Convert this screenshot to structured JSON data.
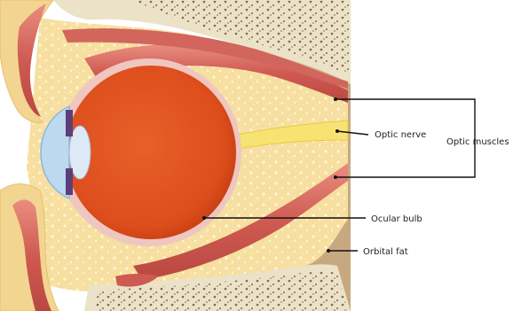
{
  "figure": {
    "labels": {
      "optic_nerve": "Optic nerve",
      "optic_muscles": "Optic muscles",
      "ocular_bulb": "Ocular bulb",
      "orbital_fat": "Orbital fat"
    },
    "colors": {
      "fat": "#f6dfa0",
      "fat_dots": "#fff6d4",
      "muscle": "#cf5a52",
      "muscle_light": "#e98e80",
      "bone": "#ebe2c8",
      "bone_spots": "#7a5a3a",
      "globe": "#e2541e",
      "globe_dark": "#c43c12",
      "sclera_rim": "#f0c6c0",
      "nerve": "#f7e372",
      "cornea": "#bcd9f0",
      "lens": "#dde9f6",
      "iris": "#5c3f7a",
      "skin_tan": "#c8a880",
      "leader": "#111111"
    }
  }
}
